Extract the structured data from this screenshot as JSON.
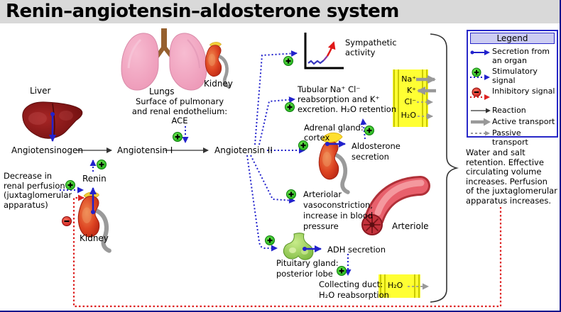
{
  "title": "Renin–angiotensin–aldosterone system",
  "texts": {
    "liver": "Liver",
    "lungs": "Lungs",
    "kidney_top": "Kidney",
    "kidney_left": "Kidney",
    "renin": "Renin",
    "angiotensinogen": "Angiotensinogen",
    "angiotensin_i": "Angiotensin I",
    "angiotensin_ii": "Angiotensin II",
    "ace": [
      "Surface of pulmonary",
      "and renal endothelium:",
      "ACE"
    ],
    "decrease": [
      "Decrease in",
      "renal perfusion",
      "(juxtaglomerular",
      "apparatus)"
    ],
    "sympathetic": [
      "Sympathetic",
      "activity"
    ],
    "tubular": [
      "Tubular Na⁺ Cl⁻",
      "reabsorption and K⁺",
      "excretion. H₂O retention"
    ],
    "adrenal": [
      "Adrenal gland:",
      "cortex"
    ],
    "aldosterone": [
      "Aldosterone",
      "secretion"
    ],
    "arteriolar": [
      "Arteriolar",
      "vasoconstriction,",
      "increase in blood",
      "pressure"
    ],
    "arteriole": "Arteriole",
    "pituitary": [
      "Pituitary gland:",
      "posterior lobe"
    ],
    "adh": "ADH secretion",
    "collecting": [
      "Collecting duct:",
      "H₂O reabsorption"
    ],
    "water_salt": [
      "Water and salt",
      "retention. Effective",
      "circulating volume",
      "increases. Perfusion",
      "of the juxtaglomerular",
      "apparatus increases."
    ],
    "ions": [
      "Na⁺",
      "K⁺",
      "Cl⁻",
      "H₂O"
    ],
    "duct_ion": "H₂O"
  },
  "legend": {
    "title": "Legend",
    "items": [
      {
        "icon": "secretion-arrow-icon",
        "label": "Secretion from an organ"
      },
      {
        "icon": "stimulatory-signal-icon",
        "label": "Stimulatory signal"
      },
      {
        "icon": "inhibitory-signal-icon",
        "label": "Inhibitory signal"
      },
      {
        "icon": "reaction-arrow-icon",
        "label": "Reaction"
      },
      {
        "icon": "active-transport-icon",
        "label": "Active transport"
      },
      {
        "icon": "passive-transport-icon",
        "label": "Passive transport"
      }
    ]
  },
  "colors": {
    "title_bg": "#d9d9d9",
    "secretion_blue": "#2222cc",
    "stimulatory_green": "#2ecc2e",
    "inhibitory_red": "#dd2222",
    "reaction_black": "#333333",
    "transport_gray": "#999999",
    "membrane_yellow": "#ffff33",
    "legend_title_bg": "#ccccf2",
    "frame_blue": "#14148c"
  }
}
